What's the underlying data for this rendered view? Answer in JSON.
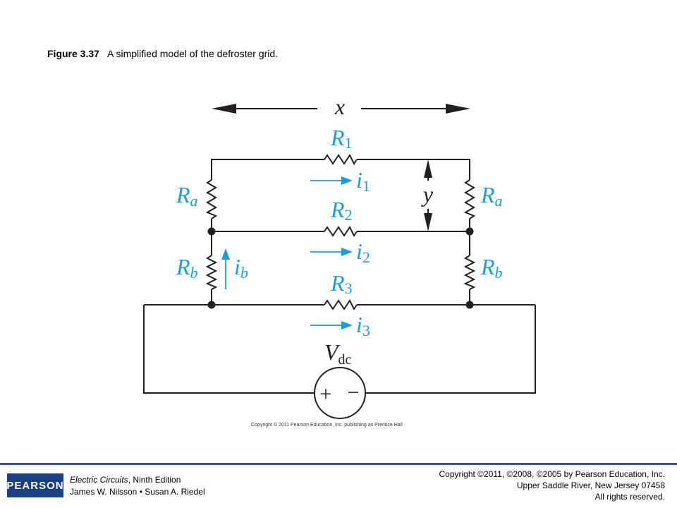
{
  "caption": {
    "label": "Figure 3.37",
    "text": "A simplified model of the defroster grid."
  },
  "diagram": {
    "dimension_x": "x",
    "dimension_y": "y",
    "resistors": {
      "r1": {
        "sym": "R",
        "sub": "1"
      },
      "r2": {
        "sym": "R",
        "sub": "2"
      },
      "r3": {
        "sym": "R",
        "sub": "3"
      },
      "ra_left": {
        "sym": "R",
        "sub": "a"
      },
      "ra_right": {
        "sym": "R",
        "sub": "a"
      },
      "rb_left": {
        "sym": "R",
        "sub": "b"
      },
      "rb_right": {
        "sym": "R",
        "sub": "b"
      }
    },
    "currents": {
      "i1": {
        "sym": "i",
        "sub": "1"
      },
      "i2": {
        "sym": "i",
        "sub": "2"
      },
      "i3": {
        "sym": "i",
        "sub": "3"
      },
      "ib": {
        "sym": "i",
        "sub": "b"
      }
    },
    "source": {
      "sym": "V",
      "sub": "dc",
      "plus": "+",
      "minus": "−"
    },
    "copyright": "Copyright © 2011 Pearson Education, Inc. publishing as Prentice Hall"
  },
  "footer": {
    "logo": "PEARSON",
    "book_title": "Electric Circuits",
    "edition": ", Ninth Edition",
    "authors": "James W. Nilsson • Susan A. Riedel",
    "copyright_line1": "Copyright ©2011, ©2008, ©2005 by Pearson Education, Inc.",
    "copyright_line2": "Upper Saddle River, New Jersey 07458",
    "copyright_line3": "All rights reserved."
  },
  "colors": {
    "label_blue": "#1e9ad6",
    "wire": "#231f20",
    "footer_rule": "#3a4d8f",
    "logo_bg": "#1b3f84"
  }
}
